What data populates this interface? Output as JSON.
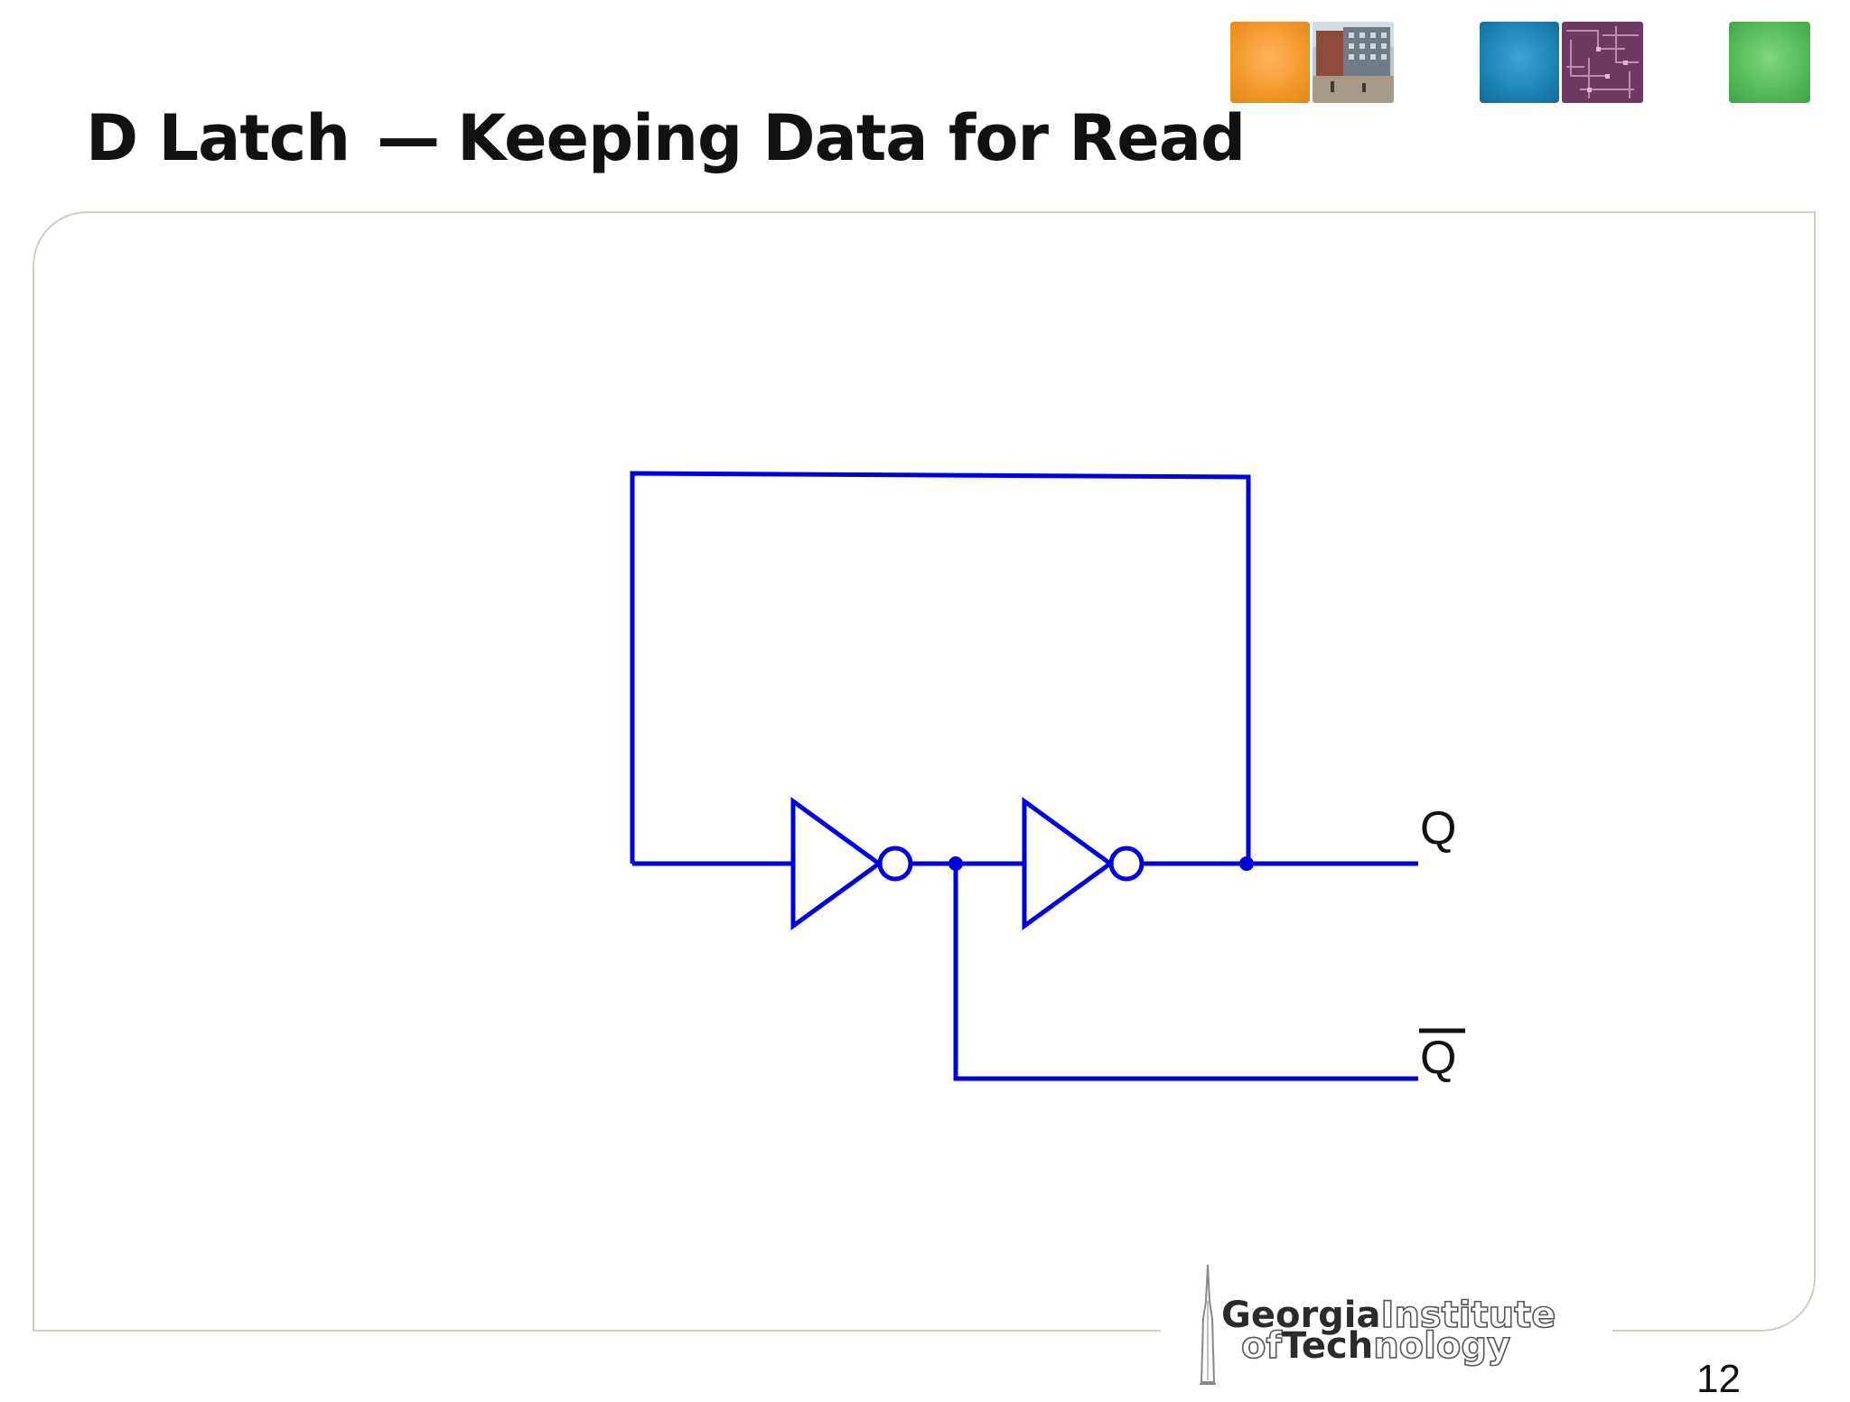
{
  "slide": {
    "title": "D Latch",
    "title_dash": "—",
    "title_suffix": "Keeping Data for Read",
    "page_number": "12"
  },
  "circuit": {
    "output_label": "Q",
    "output_bar_label": "Q",
    "wire_color": "#0000dd"
  },
  "logo": {
    "line1_solid": "Georgia",
    "line1_outline": "Institute",
    "line2_outline_prefix": "of",
    "line2_solid": "Tech",
    "line2_outline_suffix": "nology"
  },
  "header_tiles": {
    "colors": [
      "#f39a2e",
      "#1e86b8",
      "#56bd5a"
    ]
  }
}
